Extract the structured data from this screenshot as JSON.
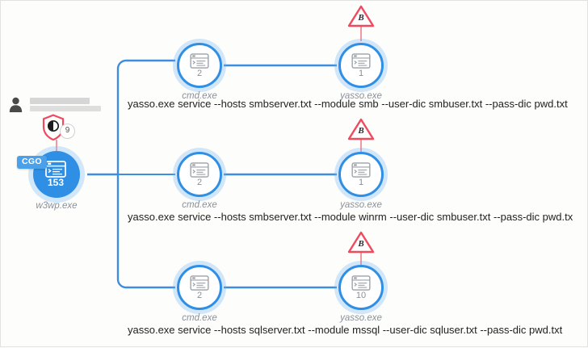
{
  "graph": {
    "background": "#fdfdfc",
    "edge_color": "#3d8ee0",
    "node_color": "#2f8fe5",
    "alert_color": "#ef4a5e",
    "tag_color": "#4ba0ea"
  },
  "user": {
    "icon": "person-icon",
    "name_redacted": true
  },
  "root": {
    "tag": "CGO",
    "icon": "window-terminal-icon",
    "count": "153",
    "label": "w3wp.exe",
    "shield": {
      "icon": "shield-icon",
      "inner_icon": "contrast-circle-icon",
      "count": "9"
    }
  },
  "branches": [
    {
      "mid": {
        "icon": "window-terminal-icon",
        "count": "2",
        "label": "cmd.exe"
      },
      "end": {
        "icon": "window-terminal-icon",
        "count": "1",
        "label": "yasso.exe"
      },
      "alert": {
        "letter": "B",
        "icon": "warning-triangle-icon"
      },
      "command": "yasso.exe service --hosts smbserver.txt --module smb --user-dic smbuser.txt --pass-dic pwd.txt"
    },
    {
      "mid": {
        "icon": "window-terminal-icon",
        "count": "2",
        "label": "cmd.exe"
      },
      "end": {
        "icon": "window-terminal-icon",
        "count": "1",
        "label": "yasso.exe"
      },
      "alert": {
        "letter": "B",
        "icon": "warning-triangle-icon"
      },
      "command": "yasso.exe service --hosts smbserver.txt --module winrm --user-dic smbuser.txt --pass-dic pwd.tx"
    },
    {
      "mid": {
        "icon": "window-terminal-icon",
        "count": "2",
        "label": "cmd.exe"
      },
      "end": {
        "icon": "window-terminal-icon",
        "count": "10",
        "label": "yasso.exe"
      },
      "alert": {
        "letter": "B",
        "icon": "warning-triangle-icon"
      },
      "command": "yasso.exe service --hosts sqlserver.txt --module mssql --user-dic sqluser.txt --pass-dic pwd.txt"
    }
  ]
}
